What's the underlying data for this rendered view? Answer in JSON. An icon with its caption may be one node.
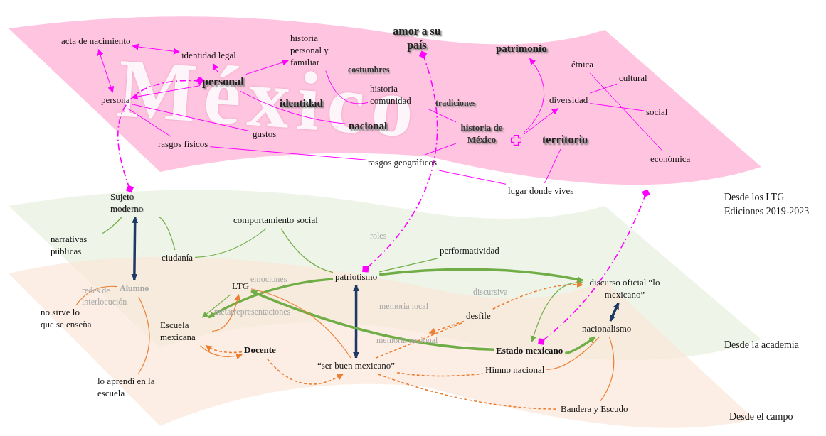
{
  "diagram": {
    "nodes": [
      {
        "text": [
          "acta de nacimiento"
        ]
      },
      {
        "text": [
          "identidad legal"
        ]
      },
      {
        "text": [
          "historia personal y familiar"
        ]
      },
      {
        "text": [
          "amor a su país"
        ]
      },
      {
        "text": [
          "patrimonio"
        ]
      },
      {
        "text": [
          "costumbres"
        ]
      },
      {
        "text": [
          "personal"
        ]
      },
      {
        "text": [
          "persona"
        ]
      },
      {
        "text": [
          "historia comunidad"
        ]
      },
      {
        "text": [
          "identidad"
        ]
      },
      {
        "text": [
          "tradiciones"
        ]
      },
      {
        "text": [
          "diversidad"
        ]
      },
      {
        "text": [
          "étnica"
        ]
      },
      {
        "text": [
          "cultural"
        ]
      },
      {
        "text": [
          "social"
        ]
      },
      {
        "text": [
          "nacional"
        ]
      },
      {
        "text": [
          "historia de México"
        ]
      },
      {
        "text": [],
        "shape": "cross"
      },
      {
        "text": [
          "territorio"
        ]
      },
      {
        "text": [
          "gustos"
        ]
      },
      {
        "text": [
          "rasgos físicos"
        ]
      },
      {
        "text": [
          "económica"
        ]
      },
      {
        "text": [
          "rasgos geográficos"
        ]
      },
      {
        "text": [
          "lugar donde vives"
        ]
      },
      {
        "text": [
          "Sujeto moderno"
        ]
      },
      {
        "text": [
          "comportamiento social"
        ]
      },
      {
        "text": [
          "narrativas públicas"
        ]
      },
      {
        "text": [
          "roles"
        ]
      },
      {
        "text": [
          "ciudanía"
        ]
      },
      {
        "text": [
          "performatividad"
        ]
      },
      {
        "text": [
          "patriotismo"
        ]
      },
      {
        "text": [
          "LTG"
        ]
      },
      {
        "text": [
          "emociones"
        ]
      },
      {
        "text": [
          "Alumno"
        ]
      },
      {
        "text": [
          "redes de interlocución"
        ]
      },
      {
        "text": [
          "metarrepresentaciones"
        ]
      },
      {
        "text": [
          "memoria local"
        ]
      },
      {
        "text": [
          "discursiva"
        ]
      },
      {
        "text": [
          "discurso oficial “lo mexicano”"
        ]
      },
      {
        "text": [
          "desfile"
        ]
      },
      {
        "text": [
          "no sirve lo que se enseña"
        ]
      },
      {
        "text": [
          "Escuela mexicana"
        ]
      },
      {
        "text": [
          "nacionalismo"
        ]
      },
      {
        "text": [
          "Docente"
        ]
      },
      {
        "text": [
          "memoria nacional"
        ]
      },
      {
        "text": [
          "Estado mexicano"
        ]
      },
      {
        "text": [
          "“ser buen mexicano”"
        ]
      },
      {
        "text": [
          "Himno nacional"
        ]
      },
      {
        "text": [
          "lo aprendí en la escuela"
        ]
      },
      {
        "text": [
          "Bandera y Escudo"
        ]
      }
    ],
    "edges": [
      {
        "from": 6,
        "to": 1,
        "arrow": "to"
      },
      {
        "from": 6,
        "to": 2,
        "arrow": "to"
      },
      {
        "from": 0,
        "to": 1,
        "arrow": "both"
      },
      {
        "from": 0,
        "to": 7,
        "arrow": "both"
      },
      {
        "from": 6,
        "to": 7,
        "arrow": "to"
      },
      {
        "from": 7,
        "to": 19,
        "arrow": "none"
      },
      {
        "from": 7,
        "to": 20,
        "arrow": "none"
      },
      {
        "from": 6,
        "to": 15,
        "arrow": "none"
      },
      {
        "from": 2,
        "to": 8,
        "arrow": "none"
      },
      {
        "from": 8,
        "to": 16,
        "arrow": "none"
      },
      {
        "from": 22,
        "to": 16,
        "arrow": "none"
      },
      {
        "from": 17,
        "to": 4,
        "arrow": "to"
      },
      {
        "from": 17,
        "to": 11,
        "arrow": "to"
      },
      {
        "from": 11,
        "to": 13,
        "arrow": "none"
      },
      {
        "from": 11,
        "to": 14,
        "arrow": "none"
      },
      {
        "from": 12,
        "to": 21,
        "arrow": "none"
      },
      {
        "from": 20,
        "to": 22,
        "arrow": "none"
      },
      {
        "from": 22,
        "to": 23,
        "arrow": "none"
      },
      {
        "from": 23,
        "to": 18,
        "arrow": "none"
      },
      {
        "from": 6,
        "to": 24,
        "arrow": "other",
        "style": "dashed"
      },
      {
        "from": 3,
        "to": 30,
        "arrow": "other",
        "style": "dashed"
      },
      {
        "from": null,
        "to": 45,
        "arrow": "other",
        "style": "dashed"
      },
      {
        "from": 24,
        "to": 33,
        "arrow": "both",
        "style": "thick",
        "color": "#1f3864"
      },
      {
        "from": 30,
        "to": 46,
        "arrow": "both",
        "style": "thick",
        "color": "#1f3864"
      },
      {
        "from": 38,
        "to": 42,
        "arrow": "both",
        "style": "thick",
        "color": "#1f3864"
      },
      {
        "from": 26,
        "to": 24,
        "arrow": "none",
        "color": "#70ad47"
      },
      {
        "from": 24,
        "to": 28,
        "arrow": "none",
        "color": "#70ad47"
      },
      {
        "from": 25,
        "to": 28,
        "arrow": "none",
        "color": "#70ad47"
      },
      {
        "from": 25,
        "to": 30,
        "arrow": "none",
        "color": "#70ad47"
      },
      {
        "from": 30,
        "to": 29,
        "arrow": "none",
        "color": "#70ad47"
      },
      {
        "from": 45,
        "to": 31,
        "arrow": "to",
        "style": "thick",
        "color": "#70ad47"
      },
      {
        "from": 30,
        "to": 41,
        "arrow": "to",
        "style": "thick",
        "color": "#70ad47"
      },
      {
        "from": 30,
        "to": 38,
        "arrow": "to",
        "style": "thick",
        "color": "#70ad47"
      },
      {
        "from": 45,
        "to": 42,
        "arrow": "to",
        "style": "thick",
        "color": "#70ad47"
      },
      {
        "from": 38,
        "to": 45,
        "arrow": "both",
        "color": "#70ad47"
      },
      {
        "from": 31,
        "to": 41,
        "arrow": "to",
        "color": "#70ad47"
      },
      {
        "from": 41,
        "to": 31,
        "arrow": "to",
        "color": "#ed7d31"
      },
      {
        "from": 41,
        "to": 43,
        "arrow": "to",
        "color": "#ed7d31"
      },
      {
        "from": 43,
        "to": 41,
        "arrow": "to",
        "style": "dashed",
        "color": "#ed7d31"
      },
      {
        "from": 43,
        "to": 46,
        "arrow": "to",
        "style": "dashed",
        "color": "#ed7d31"
      },
      {
        "from": 39,
        "to": 38,
        "arrow": "to",
        "style": "dashed",
        "color": "#ed7d31"
      },
      {
        "from": 39,
        "to": 44,
        "arrow": "to",
        "style": "dashed",
        "color": "#ed7d31"
      },
      {
        "from": 46,
        "to": 47,
        "arrow": "none",
        "style": "dashed",
        "color": "#ed7d31"
      },
      {
        "from": 46,
        "to": 49,
        "arrow": "none",
        "style": "dashed",
        "color": "#ed7d31"
      },
      {
        "from": 46,
        "to": 39,
        "arrow": "none",
        "style": "dashed",
        "color": "#ed7d31"
      },
      {
        "from": 33,
        "to": 40,
        "arrow": "none",
        "color": "#ed7d31"
      },
      {
        "from": 33,
        "to": 48,
        "arrow": "none",
        "color": "#ed7d31"
      },
      {
        "from": 47,
        "to": 42,
        "arrow": "none",
        "color": "#ed7d31"
      },
      {
        "from": 49,
        "to": 42,
        "arrow": "none",
        "color": "#ed7d31"
      },
      {
        "from": 31,
        "to": 46,
        "arrow": "none",
        "color": "#ed7d31"
      }
    ],
    "labels": [
      "México",
      "Desde los LTG Ediciones 2019-2023",
      "Desde la academia",
      "Desde el campo"
    ]
  }
}
